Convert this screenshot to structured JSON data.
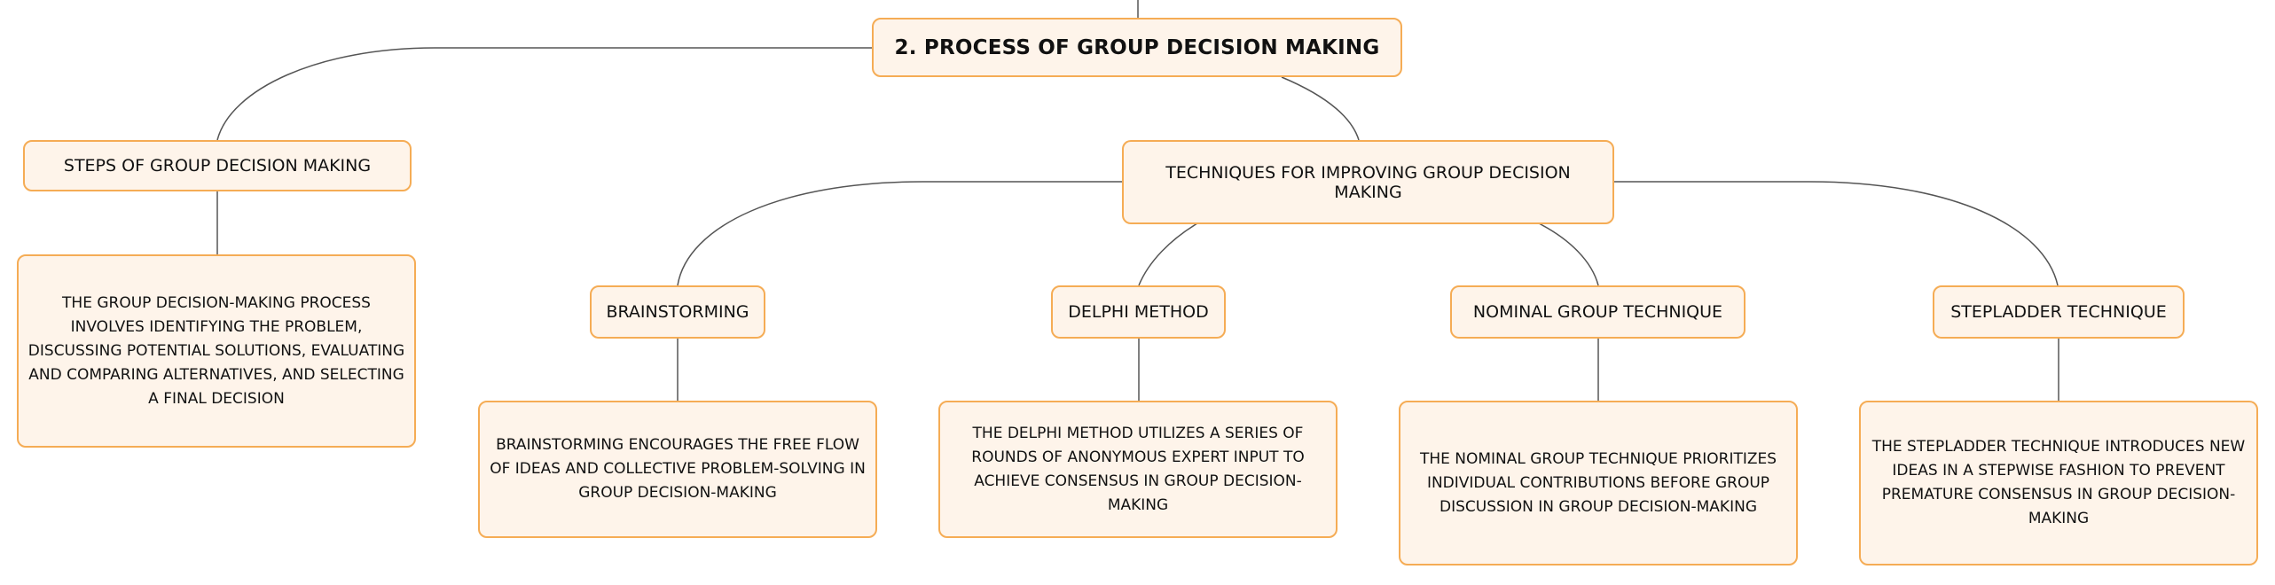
{
  "colors": {
    "node_border": "#f5ac55",
    "node_fill": "#fef4ea",
    "connector": "#555555"
  },
  "root": {
    "title": "2. PROCESS OF GROUP DECISION MAKING"
  },
  "steps": {
    "title": "STEPS OF GROUP DECISION MAKING",
    "description": "THE GROUP DECISION-MAKING PROCESS INVOLVES IDENTIFYING THE PROBLEM, DISCUSSING POTENTIAL SOLUTIONS, EVALUATING AND COMPARING ALTERNATIVES, AND SELECTING A FINAL DECISION"
  },
  "techniques": {
    "title": "TECHNIQUES FOR IMPROVING GROUP DECISION MAKING",
    "items": [
      {
        "title": "BRAINSTORMING",
        "description": "BRAINSTORMING ENCOURAGES THE FREE FLOW OF IDEAS AND COLLECTIVE PROBLEM-SOLVING IN GROUP DECISION-MAKING"
      },
      {
        "title": "DELPHI METHOD",
        "description": "THE DELPHI METHOD UTILIZES A SERIES OF ROUNDS OF ANONYMOUS EXPERT INPUT TO ACHIEVE CONSENSUS IN GROUP DECISION-MAKING"
      },
      {
        "title": "NOMINAL GROUP TECHNIQUE",
        "description": "THE NOMINAL GROUP TECHNIQUE PRIORITIZES INDIVIDUAL CONTRIBUTIONS BEFORE GROUP DISCUSSION IN GROUP DECISION-MAKING"
      },
      {
        "title": "STEPLADDER TECHNIQUE",
        "description": "THE STEPLADDER TECHNIQUE INTRODUCES NEW IDEAS IN A STEPWISE FASHION TO PREVENT PREMATURE CONSENSUS IN GROUP DECISION-MAKING"
      }
    ]
  }
}
